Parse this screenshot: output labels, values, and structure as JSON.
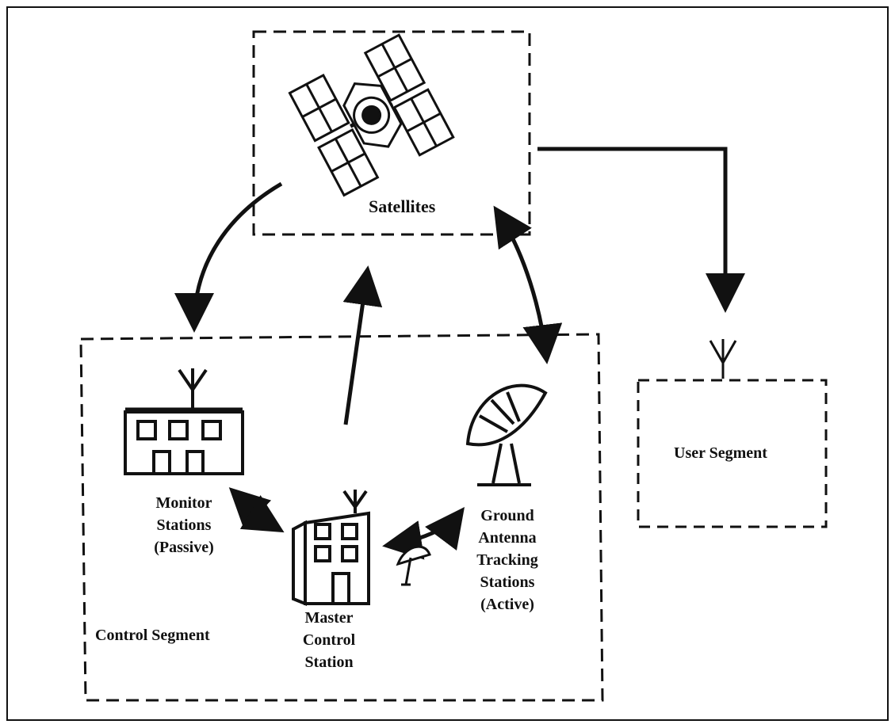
{
  "diagram": {
    "satellites_label": "Satellites",
    "user_segment_label": "User Segment",
    "control_segment_label": "Control Segment",
    "monitor_stations_lines": [
      "Monitor",
      "Stations",
      "(Passive)"
    ],
    "master_control_lines": [
      "Master",
      "Control",
      "Station"
    ],
    "ground_antenna_lines": [
      "Ground",
      "Antenna",
      "Tracking",
      "Stations",
      "(Active)"
    ]
  },
  "colors": {
    "ink": "#111111",
    "background": "#ffffff"
  }
}
